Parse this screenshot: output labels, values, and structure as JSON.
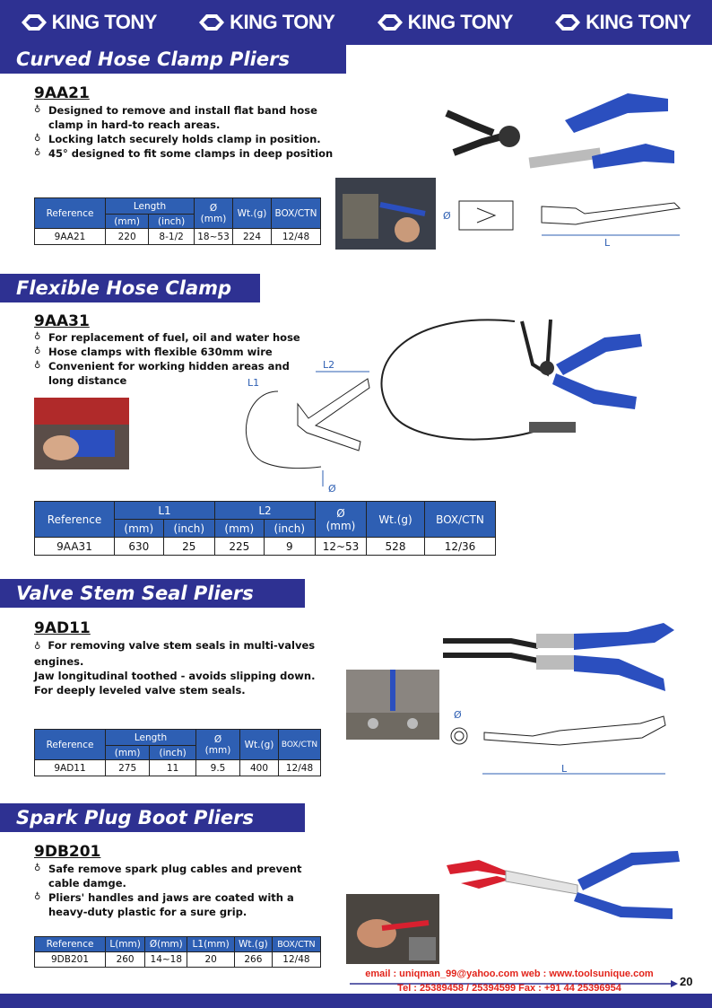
{
  "brand": {
    "name": "KING TONY"
  },
  "colors": {
    "header": "#2e3192",
    "table_header": "#2e5fb3",
    "handle_blue": "#2b4fbf",
    "handle_red": "#d8202f",
    "contact_red": "#e2231a"
  },
  "sections": {
    "s1": {
      "title": "Curved Hose Clamp Pliers",
      "code": "9AA21",
      "features": [
        "Designed to remove and install flat band hose clamp in hard-to reach areas.",
        "Locking latch securely holds clamp in position.",
        "45° designed to fit some clamps in deep position"
      ],
      "table": {
        "h_reference": "Reference",
        "h_length": "Length",
        "h_mm": "(mm)",
        "h_inch": "(inch)",
        "h_dia": "Ø",
        "h_dia_mm": "(mm)",
        "h_wt": "Wt.(g)",
        "h_box": "BOX/CTN",
        "row": {
          "ref": "9AA21",
          "mm": "220",
          "inch": "8-1/2",
          "dia": "18~53",
          "wt": "224",
          "box": "12/48"
        }
      },
      "diagram_labels": {
        "dia": "Ø",
        "length": "L"
      }
    },
    "s2": {
      "title": "Flexible Hose Clamp",
      "code": "9AA31",
      "features": [
        "For replacement of fuel, oil and water hose",
        "Hose clamps with flexible 630mm wire",
        "Convenient for working hidden areas and long distance"
      ],
      "table": {
        "h_reference": "Reference",
        "h_l1": "L1",
        "h_l2": "L2",
        "h_mm": "(mm)",
        "h_inch": "(inch)",
        "h_dia": "Ø",
        "h_dia_mm": "(mm)",
        "h_wt": "Wt.(g)",
        "h_box": "BOX/CTN",
        "row": {
          "ref": "9AA31",
          "l1_mm": "630",
          "l1_inch": "25",
          "l2_mm": "225",
          "l2_inch": "9",
          "dia": "12~53",
          "wt": "528",
          "box": "12/36"
        }
      },
      "diagram_labels": {
        "l1": "L1",
        "l2": "L2",
        "dia": "Ø"
      }
    },
    "s3": {
      "title": "Valve Stem Seal Pliers",
      "code": "9AD11",
      "features": [
        "For removing valve stem seals in multi-valves engines."
      ],
      "plain_lines": [
        "Jaw longitudinal toothed - avoids slipping down.",
        "For deeply leveled valve stem seals."
      ],
      "table": {
        "h_reference": "Reference",
        "h_length": "Length",
        "h_mm": "(mm)",
        "h_inch": "(inch)",
        "h_dia": "Ø",
        "h_dia_mm": "(mm)",
        "h_wt": "Wt.(g)",
        "h_box": "BOX/CTN",
        "row": {
          "ref": "9AD11",
          "mm": "275",
          "inch": "11",
          "dia": "9.5",
          "wt": "400",
          "box": "12/48"
        }
      },
      "diagram_labels": {
        "dia": "Ø",
        "length": "L"
      }
    },
    "s4": {
      "title": "Spark Plug Boot Pliers",
      "code": "9DB201",
      "features": [
        "Safe remove spark plug cables and prevent cable damge.",
        "Pliers' handles and jaws are coated with a heavy-duty plastic for a sure grip."
      ],
      "table": {
        "h_reference": "Reference",
        "h_l": "L(mm)",
        "h_dia": "Ø(mm)",
        "h_l1": "L1(mm)",
        "h_wt": "Wt.(g)",
        "h_box": "BOX/CTN",
        "row": {
          "ref": "9DB201",
          "l": "260",
          "dia": "14~18",
          "l1": "20",
          "wt": "266",
          "box": "12/48"
        }
      }
    }
  },
  "footer": {
    "email_line": "email : uniqman_99@yahoo.com web : www.toolsunique.com",
    "tel_line": "Tel : 25389458 / 25394599 Fax : +91 44 25396954",
    "page": "20"
  }
}
